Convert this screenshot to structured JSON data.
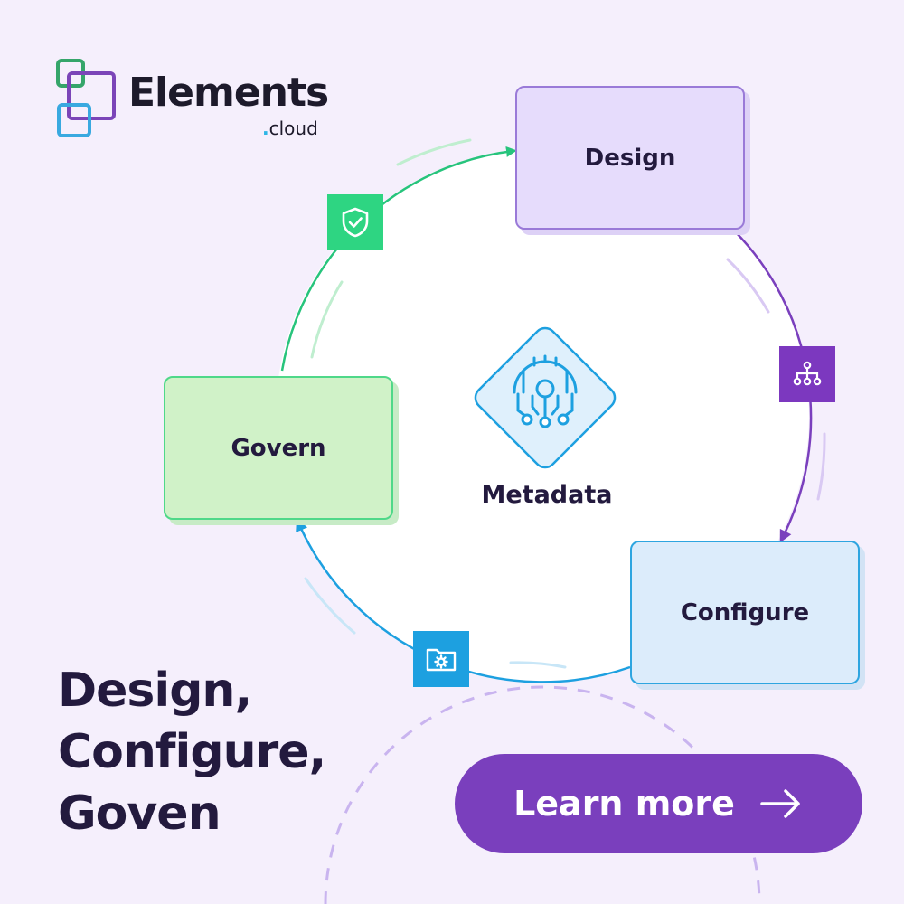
{
  "brand": {
    "name": "Elements",
    "suffix": "cloud",
    "suffix_dot": "."
  },
  "steps": {
    "design": "Design",
    "configure": "Configure",
    "govern": "Govern"
  },
  "center": {
    "label": "Metadata"
  },
  "icons": {
    "shield": "shield-check-icon",
    "hierarchy": "hierarchy-icon",
    "folder": "folder-gear-icon",
    "metadata": "metadata-gear-icon"
  },
  "headline": {
    "line1": "Design,",
    "line2": "Configure,",
    "line3": "Goven"
  },
  "cta": {
    "label": "Learn more"
  },
  "colors": {
    "background": "#f5effc",
    "design": "#e6dcfc",
    "configure": "#dcecfb",
    "govern": "#d0f2c8",
    "purple": "#7a3fbd",
    "green": "#2ed582",
    "blue": "#1da0e0",
    "text": "#231a3e"
  }
}
